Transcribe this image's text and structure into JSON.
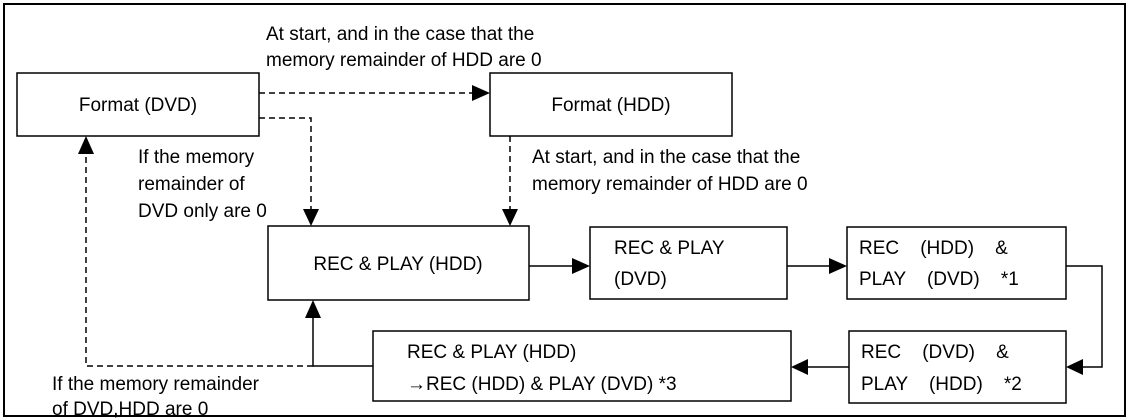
{
  "nodes": {
    "format_dvd": "Format (DVD)",
    "format_hdd": "Format (HDD)",
    "rec_play_hdd": "REC & PLAY (HDD)",
    "rec_play_dvd": [
      "REC & PLAY",
      "(DVD)"
    ],
    "rec_hdd_play_dvd": [
      "REC    (HDD)    &",
      "PLAY    (DVD)    *1"
    ],
    "rec_dvd_play_hdd": [
      "REC    (DVD)    &",
      "PLAY    (HDD)    *2"
    ],
    "rec_play_hdd_switch": [
      "REC & PLAY (HDD)",
      "→REC (HDD) & PLAY (DVD) *3"
    ]
  },
  "notes": {
    "top_condition": [
      "At start, and in the case that the",
      "memory remainder of HDD are 0"
    ],
    "right_condition": [
      "At start, and in the case that the",
      "memory remainder of HDD are 0"
    ],
    "dvd_only_condition": [
      "If the memory",
      "remainder of",
      "DVD only are 0"
    ],
    "both_condition": [
      "If the memory remainder",
      "of DVD,HDD are 0"
    ]
  },
  "colors": {
    "line": "#000000",
    "background": "#ffffff"
  }
}
